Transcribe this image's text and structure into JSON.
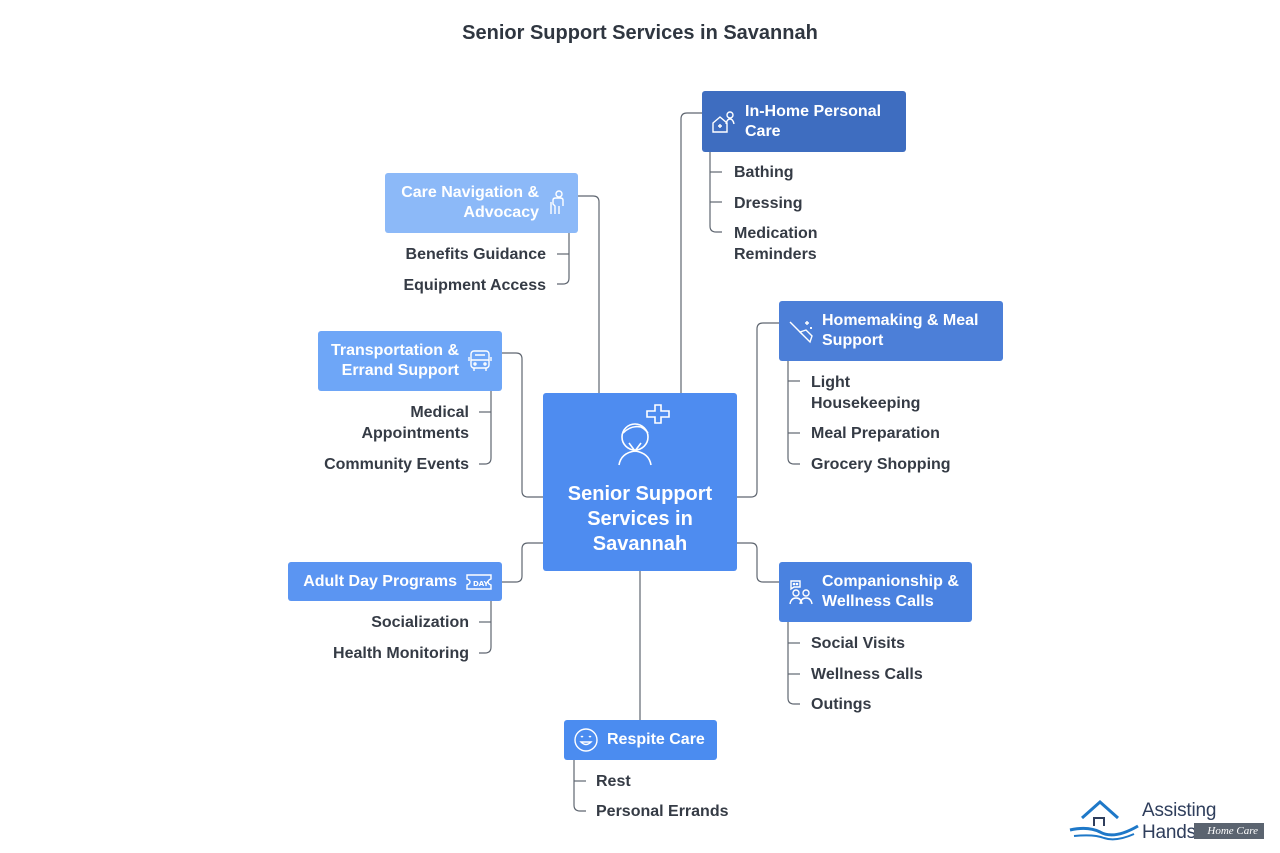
{
  "title": "Senior Support Services in Savannah",
  "center": {
    "label": "Senior Support\nServices in\nSavannah",
    "icon": "senior-care-icon"
  },
  "branches": {
    "in_home": {
      "label": "In-Home Personal\nCare",
      "icon": "home-care-icon",
      "color": "#3e6dc0",
      "items": [
        "Bathing",
        "Dressing",
        "Medication\nReminders"
      ]
    },
    "care_nav": {
      "label": "Care Navigation &\nAdvocacy",
      "icon": "person-cane-icon",
      "color": "#8cb9f8",
      "items": [
        "Benefits Guidance",
        "Equipment Access"
      ]
    },
    "homemaking": {
      "label": "Homemaking & Meal\nSupport",
      "icon": "broom-sparkle-icon",
      "color": "#4c7fd8",
      "items": [
        "Light\nHousekeeping",
        "Meal Preparation",
        "Grocery Shopping"
      ]
    },
    "transport": {
      "label": "Transportation &\nErrand Support",
      "icon": "bus-icon",
      "color": "#6ea6f7",
      "items": [
        "Medical\nAppointments",
        "Community Events"
      ]
    },
    "adult_day": {
      "label": "Adult Day Programs",
      "icon": "day-ticket-icon",
      "color": "#5b95f2",
      "items": [
        "Socialization",
        "Health Monitoring"
      ]
    },
    "companion": {
      "label": "Companionship &\nWellness Calls",
      "icon": "chat-people-icon",
      "color": "#4a82e0",
      "items": [
        "Social Visits",
        "Wellness Calls",
        "Outings"
      ]
    },
    "respite": {
      "label": "Respite Care",
      "icon": "smiley-icon",
      "color": "#4b8cf0",
      "items": [
        "Rest",
        "Personal Errands"
      ]
    }
  },
  "logo": {
    "brand": "Assisting Hands",
    "trademark": "®",
    "sub": "Home Care",
    "icon": "house-hands-logo-icon"
  }
}
